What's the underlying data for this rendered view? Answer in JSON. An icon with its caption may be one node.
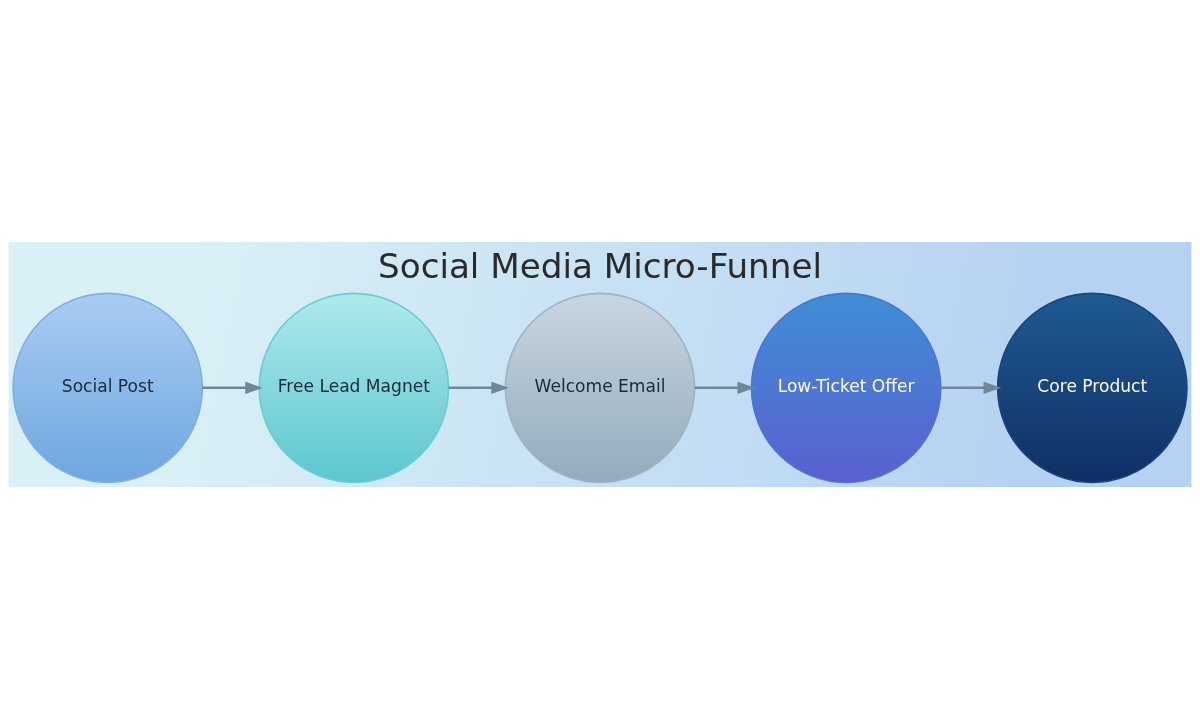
{
  "diagram": {
    "title": "Social Media Micro-Funnel",
    "nodes": [
      {
        "text": [
          "Social Post"
        ]
      },
      {
        "text": [
          "Free Lead Magnet"
        ]
      },
      {
        "text": [
          "Welcome Email"
        ]
      },
      {
        "text": [
          "Low-Ticket Offer"
        ]
      },
      {
        "text": [
          "Core Product"
        ]
      }
    ],
    "edges": [
      {
        "from": 0,
        "to": 1,
        "arrow": "to"
      },
      {
        "from": 1,
        "to": 2,
        "arrow": "to"
      },
      {
        "from": 2,
        "to": 3,
        "arrow": "to"
      },
      {
        "from": 3,
        "to": 4,
        "arrow": "to"
      }
    ]
  }
}
